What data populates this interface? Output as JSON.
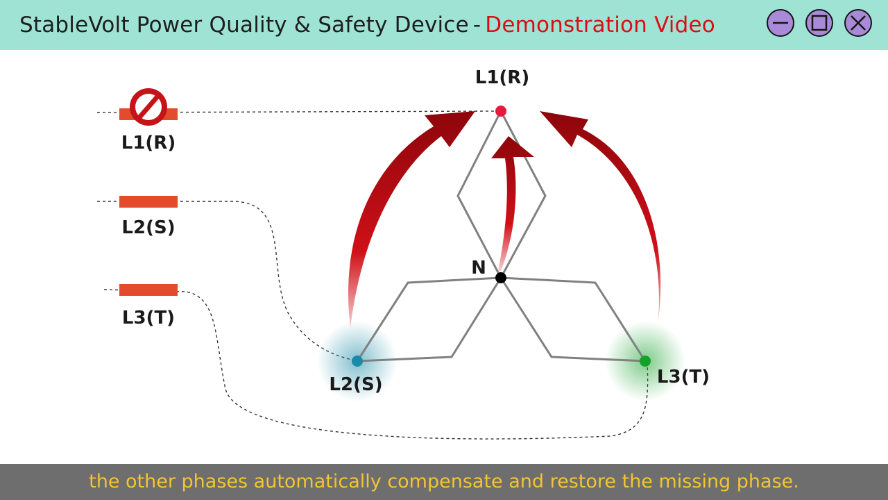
{
  "window": {
    "title": "StableVolt Power Quality & Safety Device",
    "separator": "-",
    "title_highlight": "Demonstration Video",
    "controls": [
      "minimize-icon",
      "maximize-icon",
      "close-icon"
    ]
  },
  "inputs": [
    {
      "label": "L1(R)",
      "status": "disconnected",
      "status_icon": "no-entry-icon"
    },
    {
      "label": "L2(S)",
      "status": "connected"
    },
    {
      "label": "L3(T)",
      "status": "connected"
    }
  ],
  "diagram": {
    "neutral_label": "N",
    "phase_top": "L1(R)",
    "phase_left": "L2(S)",
    "phase_right": "L3(T)"
  },
  "caption": "the other phases automatically compensate and restore the missing phase.",
  "colors": {
    "titlebar": "#9fe3d5",
    "title_highlight": "#d80f17",
    "window_button": "#a98ad9",
    "input_bar": "#e24c2c",
    "arrow": "#c30d14",
    "phase_top": "#e8193e",
    "phase_left": "#1a8aa6",
    "phase_right": "#14a02a",
    "neutral": "#000000",
    "caption_bg": "#6e6e6e",
    "caption_text": "#f2c530"
  }
}
